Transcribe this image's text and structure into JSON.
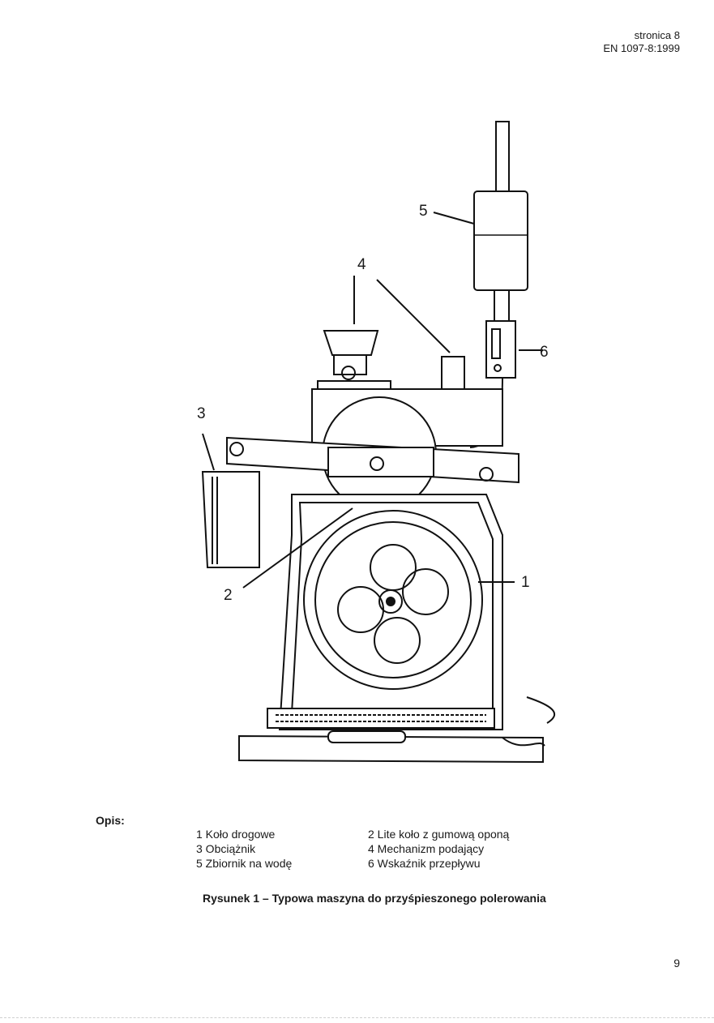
{
  "header": {
    "page_label": "stronica  8",
    "standard": "EN 1097-8:1999"
  },
  "figure": {
    "callouts": [
      "1",
      "2",
      "3",
      "4",
      "5",
      "6"
    ]
  },
  "legend": {
    "title": "Opis:",
    "items": [
      "1  Koło drogowe",
      "2  Lite koło z gumową oponą",
      "3  Obciążnik",
      "4  Mechanizm podający",
      "5  Zbiornik na wodę",
      "6  Wskaźnik przepływu"
    ]
  },
  "caption": "Rysunek 1 – Typowa maszyna do przyśpieszonego polerowania",
  "page_number": "9"
}
